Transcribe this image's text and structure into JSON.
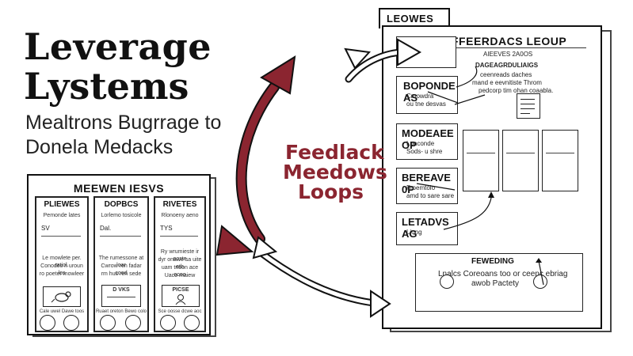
{
  "headline": {
    "line1": "Leverage",
    "line2": "Lystems"
  },
  "subtitle": {
    "line1": "Mealtrons Bugrrage to",
    "line2": "Donela Medacks"
  },
  "left_panel": {
    "title": "MEEWEN IESVS",
    "columns": [
      {
        "tab": "PLIEWES",
        "sub": "Pemonde lates",
        "a": "SV",
        "body": [
          "Le mowlete per. ratiol.",
          "Conodes ri uroun los",
          "ro poeter mowleer"
        ],
        "bottom": "Cale uwel  Dawe toos"
      },
      {
        "tab": "DOPBCS",
        "sub": "Lorlemo tosicole",
        "a": "Dal.",
        "body": [
          "The rumessone at loar",
          "Cwrow ren fadar cood",
          "rm hus ren sede"
        ],
        "badge": "D VKS",
        "bottom": "Ruaet oreton  Bewo colo"
      },
      {
        "tab": "RIVETES",
        "sub": "Rlonoeny aeno",
        "a": "TYS",
        "body": [
          "Ry wrumieste ir ooste",
          "dyr onawe sa uite eth",
          "uam tnoon ace ocoo",
          "Uaco maiew"
        ],
        "badge": "PICSE",
        "bottom": "Sce oosse  dcwe aoc"
      }
    ]
  },
  "feedback": {
    "line1": "Feedlack",
    "line2": "Meedows",
    "line3": "Loops"
  },
  "doc": {
    "tab": "LEOWES",
    "title": "FFEERDACS LEOUP",
    "subtitle": "AIEEVES 2A0OS",
    "note": [
      "DAGEAGRDULIAIGS",
      "ceenreads daches",
      "mand e eevnitiste Throm",
      "pedcorp tim ohan coaabla."
    ],
    "boxes": [
      {
        "title": "BOPONDE AS",
        "sub1": "Cmowdra",
        "sub2": "ou tne desvas"
      },
      {
        "title": "MODEAEE OP",
        "sub1": "Lonconde",
        "sub2": "Sods- u shre"
      },
      {
        "title": "BEREAVE 0P",
        "sub1": "Froemtolo",
        "sub2": "amd to sare sare"
      },
      {
        "title": "LETADVS AG",
        "sub1": "Liong",
        "sub2": ""
      }
    ],
    "bottom": {
      "title": "FEWEDING",
      "line1": "Lnalcs Coreoans too or ceenc ebriag",
      "line2": "awob  Pactety"
    }
  },
  "colors": {
    "accent": "#8b2530",
    "ink": "#111111"
  }
}
